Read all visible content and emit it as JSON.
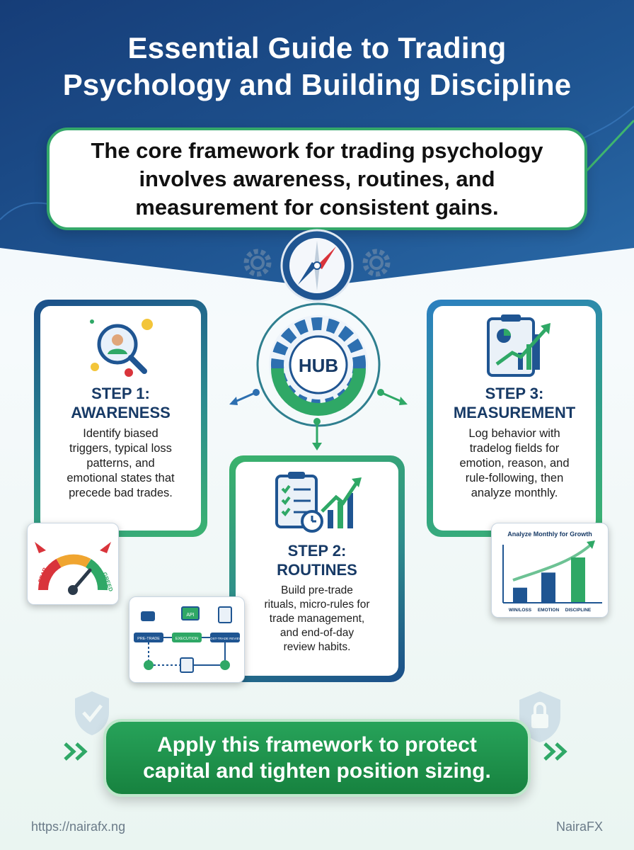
{
  "header": {
    "title_line1": "Essential Guide to Trading",
    "title_line2": "Psychology and Building Discipline"
  },
  "intro": {
    "line1": "The core framework for trading psychology",
    "line2": "involves awareness, routines, and",
    "line3": "measurement for consistent gains."
  },
  "hub": {
    "label": "HUB"
  },
  "steps": [
    {
      "title_line1": "STEP 1:",
      "title_line2": "AWARENESS",
      "desc_lines": [
        "Identify biased",
        "triggers, typical loss",
        "patterns, and",
        "emotional states that",
        "precede bad trades."
      ]
    },
    {
      "title_line1": "STEP 2:",
      "title_line2": "ROUTINES",
      "desc_lines": [
        "Build pre-trade",
        "rituals, micro-rules for",
        "trade management,",
        "and end-of-day",
        "review habits."
      ]
    },
    {
      "title_line1": "STEP 3:",
      "title_line2": "MEASUREMENT",
      "desc_lines": [
        "Log behavior with",
        "tradelog fields for",
        "emotion, reason, and",
        "rule-following, then",
        "analyze monthly."
      ]
    }
  ],
  "gauge": {
    "left_label": "FEAR",
    "right_label": "GREED"
  },
  "flow": {
    "screen_label": "API",
    "boxes": [
      "PRE-TRADE",
      "EXECUTION",
      "POST-TRADE REVIEW"
    ]
  },
  "mini_chart": {
    "title": "Analyze Monthly for Growth",
    "categories": [
      "WIN/LOSS",
      "EMOTION",
      "DISCIPLINE"
    ],
    "values": [
      1,
      2,
      3
    ]
  },
  "cta": {
    "line1": "Apply this framework to protect",
    "line2": "capital and tighten position sizing."
  },
  "footer": {
    "url": "https://nairafx.ng",
    "brand": "NairaFX"
  },
  "colors": {
    "navy": "#173a66",
    "green": "#27a35a",
    "blue": "#1b4f8a"
  }
}
